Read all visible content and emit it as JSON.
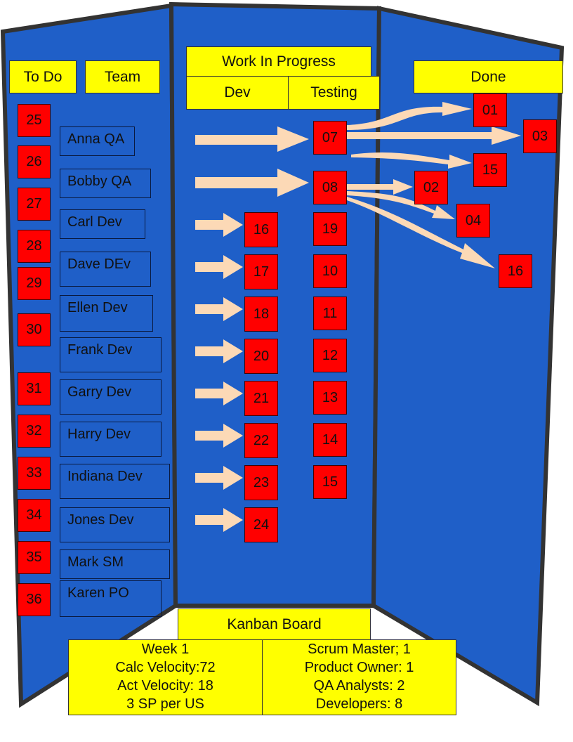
{
  "headers": {
    "todo": "To Do",
    "team": "Team",
    "wip": "Work In Progress",
    "dev": "Dev",
    "testing": "Testing",
    "done": "Done",
    "title": "Kanban Board"
  },
  "todo": [
    "25",
    "26",
    "27",
    "28",
    "29",
    "30",
    "31",
    "32",
    "33",
    "34",
    "35",
    "36"
  ],
  "team": [
    "Anna QA",
    "Bobby QA",
    "Carl Dev",
    "Dave DEv",
    "Ellen Dev",
    "Frank Dev",
    "Garry Dev",
    "Harry Dev",
    "Indiana Dev",
    "Jones Dev",
    "Mark SM",
    "Karen PO"
  ],
  "dev": [
    "16",
    "17",
    "18",
    "20",
    "21",
    "22",
    "23",
    "24"
  ],
  "testing": [
    "07",
    "08",
    "19",
    "10",
    "11",
    "12",
    "13",
    "14",
    "15"
  ],
  "done": [
    "01",
    "03",
    "15",
    "02",
    "04",
    "16"
  ],
  "info_left": [
    "Week 1",
    "Calc Velocity:72",
    "Act Velocity: 18",
    "3 SP per US"
  ],
  "info_right": [
    "Scrum Master; 1",
    "Product Owner: 1",
    "QA Analysts: 2",
    "Developers: 8"
  ],
  "colors": {
    "board": "#1f5fc8",
    "note": "#ff0000",
    "label": "#ffff00",
    "arrow": "#fcd9b6"
  }
}
